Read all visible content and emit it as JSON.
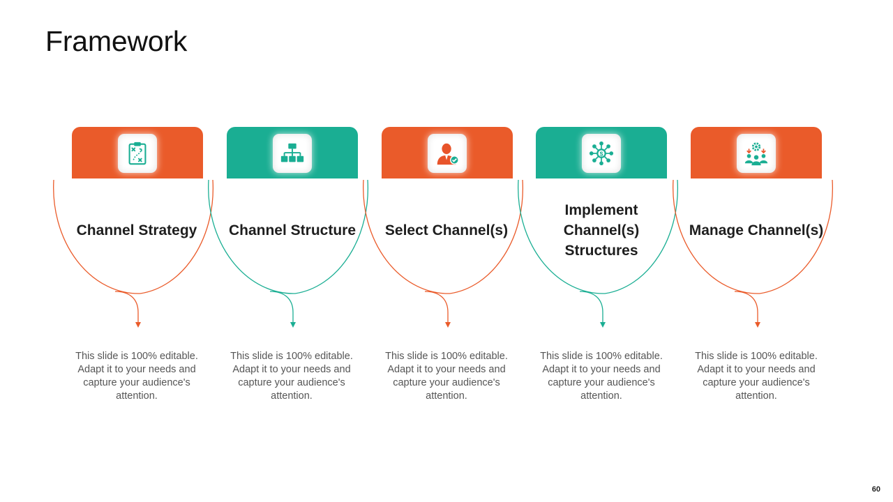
{
  "slide": {
    "title": "Framework",
    "page_number": "60"
  },
  "colors": {
    "orange": "#EA5B2A",
    "teal": "#1AAE93",
    "icon_orange": "#E8542A",
    "icon_teal": "#16A58C"
  },
  "steps": [
    {
      "title": "Channel Strategy",
      "description": "This slide is 100% editable. Adapt it to your needs and capture your audience's attention.",
      "color": "orange",
      "icon": "strategy-clipboard-icon"
    },
    {
      "title": "Channel Structure",
      "description": "This slide is 100% editable. Adapt it to your needs and capture your audience's attention.",
      "color": "teal",
      "icon": "org-chart-icon"
    },
    {
      "title": "Select Channel(s)",
      "description": "This slide is 100% editable. Adapt it to your needs and capture your audience's attention.",
      "color": "orange",
      "icon": "verified-person-icon"
    },
    {
      "title": "Implement Channel(s) Structures",
      "description": "This slide is 100% editable. Adapt it to your needs and capture your audience's attention.",
      "color": "teal",
      "icon": "network-hub-icon"
    },
    {
      "title": "Manage Channel(s)",
      "description": "This slide is 100% editable. Adapt it to your needs and capture your audience's attention.",
      "color": "orange",
      "icon": "team-gear-icon"
    }
  ]
}
